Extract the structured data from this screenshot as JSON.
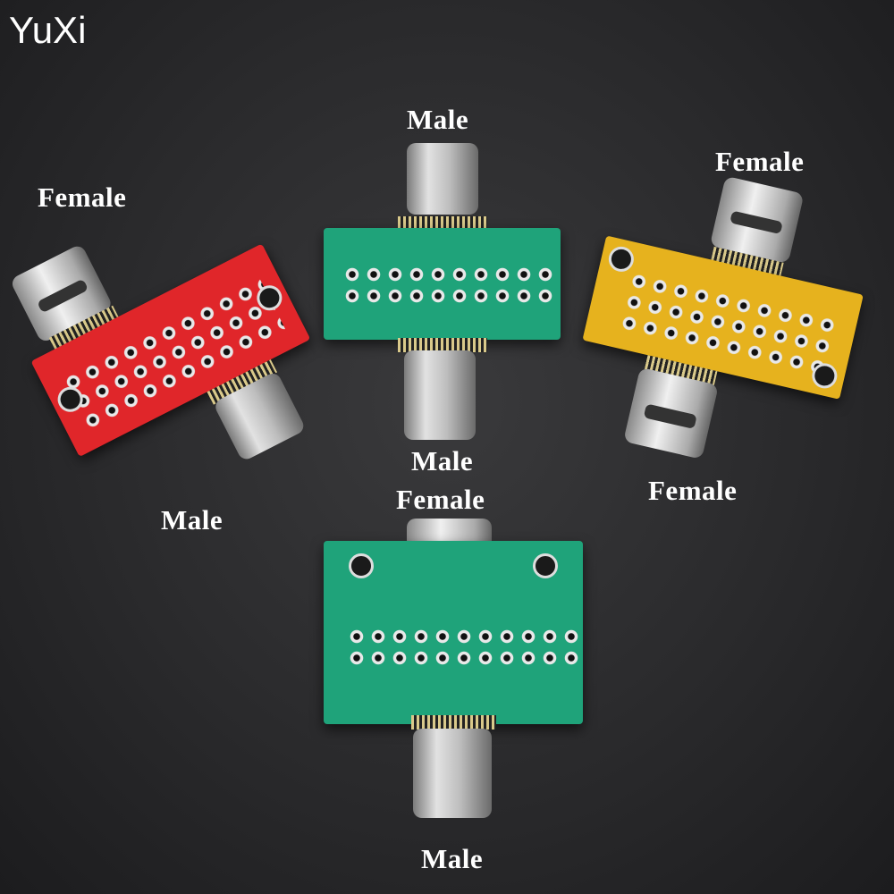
{
  "brand": "YuXi",
  "labels": {
    "red_top": "Female",
    "red_bottom": "Male",
    "green_top_top": "Male",
    "green_top_bottom": "Male",
    "yellow_top": "Female",
    "yellow_bottom": "Female",
    "green_bottom_top": "Female",
    "green_bottom_bottom": "Male"
  },
  "colors": {
    "red_board": "#e0262a",
    "green_board": "#1fa37a",
    "yellow_board": "#e6b21e",
    "background": "#2e2e30"
  }
}
